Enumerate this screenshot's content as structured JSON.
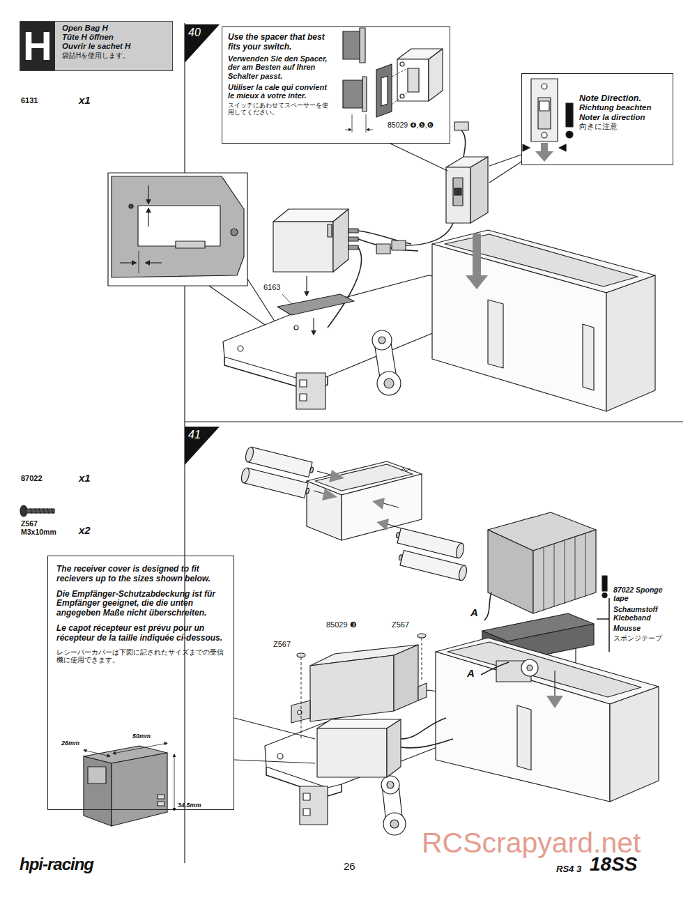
{
  "diagram": {
    "nodes": [
      {
        "text": [
          "H",
          "Open Bag H",
          "Tüte H öffnen",
          "Ouvrir le sachet H",
          "袋詰Hを使用します。"
        ]
      },
      {
        "text": [
          "40"
        ]
      },
      {
        "text": [
          "Use the spacer that best fits your switch.",
          "Verwenden Sie den Spacer, der am Besten auf Ihren Schalter passt.",
          "Utiliser la cale qui convient le mieux à votre inter.",
          "スイッチにあわせてスペーサーを使用してください。",
          "85029 ❹,❺,❻"
        ]
      },
      {
        "text": [
          "Note Direction.",
          "Richtung beachten",
          "Noter la direction",
          "向きに注意"
        ]
      },
      {
        "text": [
          "41"
        ]
      },
      {
        "text": [
          "The receiver cover is designed to fit recievers up to the sizes shown below.",
          "Die Empfänger-Schutzabdeckung ist für Empfänger geeignet, die die unten angegeben Maße nicht überschreiten.",
          "Le capot récepteur est prévu pour un récepteur de la taille indiquée ci-dessous.",
          "レシーバーカバーは下図に記されたサイズまでの受信機に使用できます。"
        ]
      }
    ],
    "labels": [
      "6131",
      "x1",
      "6163",
      "87022",
      "x1",
      "Z567 M3x10mm",
      "x2",
      "87022 Sponge tape",
      "Schaumstoff Klebeband",
      "Mousse",
      "スポンジテープ",
      "A",
      "A",
      "85029 ❸",
      "Z567",
      "Z567",
      "26mm",
      "50mm",
      "34.5mm",
      "26",
      "hpi-racing",
      "RS4 3",
      "18SS",
      "RCScrapyard.net"
    ]
  }
}
